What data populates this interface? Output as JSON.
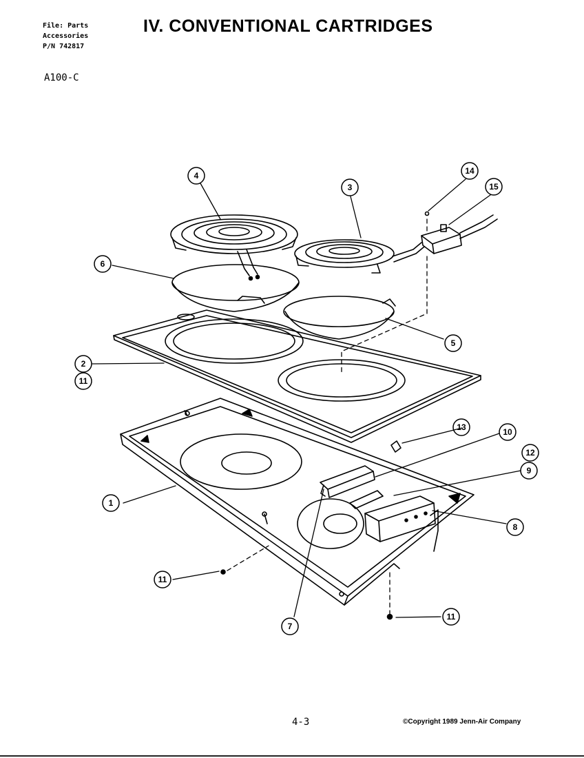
{
  "header": {
    "file_line1": "File: Parts",
    "file_line2": "Accessories",
    "file_line3": "P/N 742817",
    "title": "IV. CONVENTIONAL CARTRIDGES",
    "model": "A100-C"
  },
  "callouts": [
    "4",
    "3",
    "14",
    "15",
    "6",
    "5",
    "2",
    "11",
    "13",
    "10",
    "12",
    "9",
    "1",
    "8",
    "11",
    "7",
    "11"
  ],
  "footer": {
    "page_number": "4-3",
    "copyright": "©Copyright 1989 Jenn-Air Company"
  }
}
